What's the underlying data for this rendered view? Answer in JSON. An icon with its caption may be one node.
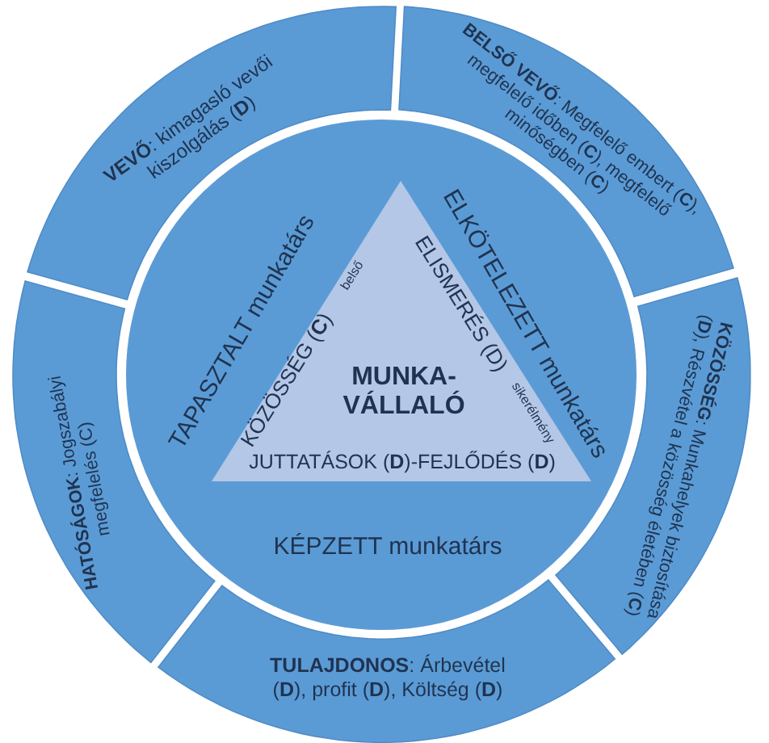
{
  "diagram": {
    "nodes": [
      {
        "text": [
          "**VEVŐ**: kimagasló vevői kiszolgálás (**D**)"
        ]
      },
      {
        "text": [
          "**BELSŐ VEVŐ**: Megfelelő embert (**C**), megfelelő időben (**C**), megfelelő minőségben (**C**)"
        ]
      },
      {
        "text": [
          "**KÖZÖSSÉG**: Munkahelyek biztosítása (**D**), Részvétel a közösség életében (**C**)"
        ]
      },
      {
        "text": [
          "**TULAJDONOS**: Árbevétel (**D**), profit (**D**), Költség (**D**)"
        ]
      },
      {
        "text": [
          "**HATÓSÁGOK**: Jogszabályi megfelelés (C)"
        ]
      },
      {
        "text": [
          "TAPASZTALT munkatárs",
          "ELKÖTELEZETT munkatárs",
          "KÉPZETT munkatárs"
        ]
      },
      {
        "text": [
          "MUNKA-VÁLLALÓ",
          "KÖZÖSSÉG (**C**)",
          "belső",
          "ELISMERÉS (D)",
          "sikerélmény",
          "JUTTATÁSOK (**D**)-FEJLŐDÉS (**D**)"
        ],
        "in": 5
      }
    ]
  }
}
